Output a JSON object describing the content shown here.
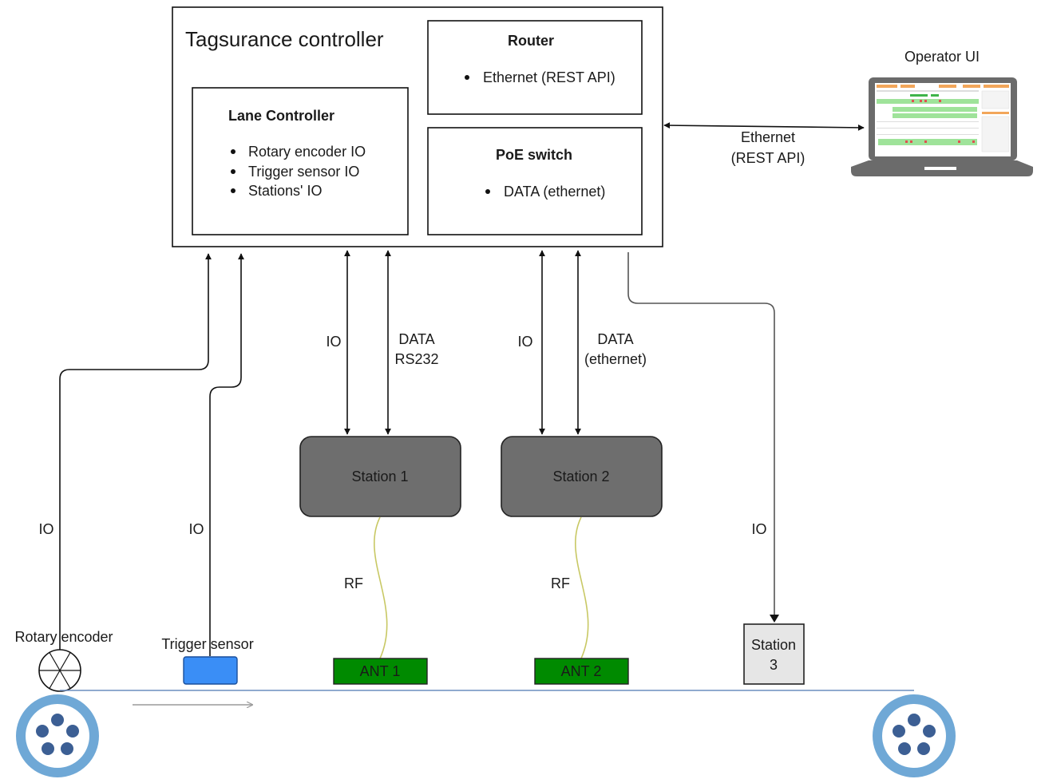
{
  "controller": {
    "title": "Tagsurance controller",
    "router": {
      "title": "Router",
      "items": [
        "Ethernet (REST API)"
      ]
    },
    "lane_controller": {
      "title": "Lane Controller",
      "items": [
        "Rotary encoder IO",
        "Trigger sensor IO",
        "Stations' IO"
      ]
    },
    "poe_switch": {
      "title": "PoE switch",
      "items": [
        "DATA (ethernet)"
      ]
    }
  },
  "operator_ui": {
    "title": "Operator UI"
  },
  "links": {
    "ethernet_line1": "Ethernet",
    "ethernet_line2": "(REST API)",
    "io_encoder": "IO",
    "io_trigger": "IO",
    "io_station1": "IO",
    "data_station1_line1": "DATA",
    "data_station1_line2": "RS232",
    "io_station2": "IO",
    "data_station2_line1": "DATA",
    "data_station2_line2": "(ethernet)",
    "io_station3": "IO",
    "rf1": "RF",
    "rf2": "RF"
  },
  "stations": {
    "station1": "Station 1",
    "station2": "Station 2",
    "station3_line1": "Station",
    "station3_line2": "3"
  },
  "antennas": {
    "ant1": "ANT 1",
    "ant2": "ANT 2"
  },
  "sensors": {
    "rotary_encoder": "Rotary encoder",
    "trigger_sensor": "Trigger sensor"
  },
  "colors": {
    "station_fill": "#6e6e6e",
    "antenna_fill": "#008a00",
    "trigger_fill": "#3a8ef6",
    "station3_fill": "#e6e6e6",
    "roller": "#6fa8d6",
    "belt": "#6c8ebf",
    "laptop": "#6b6b6b"
  }
}
